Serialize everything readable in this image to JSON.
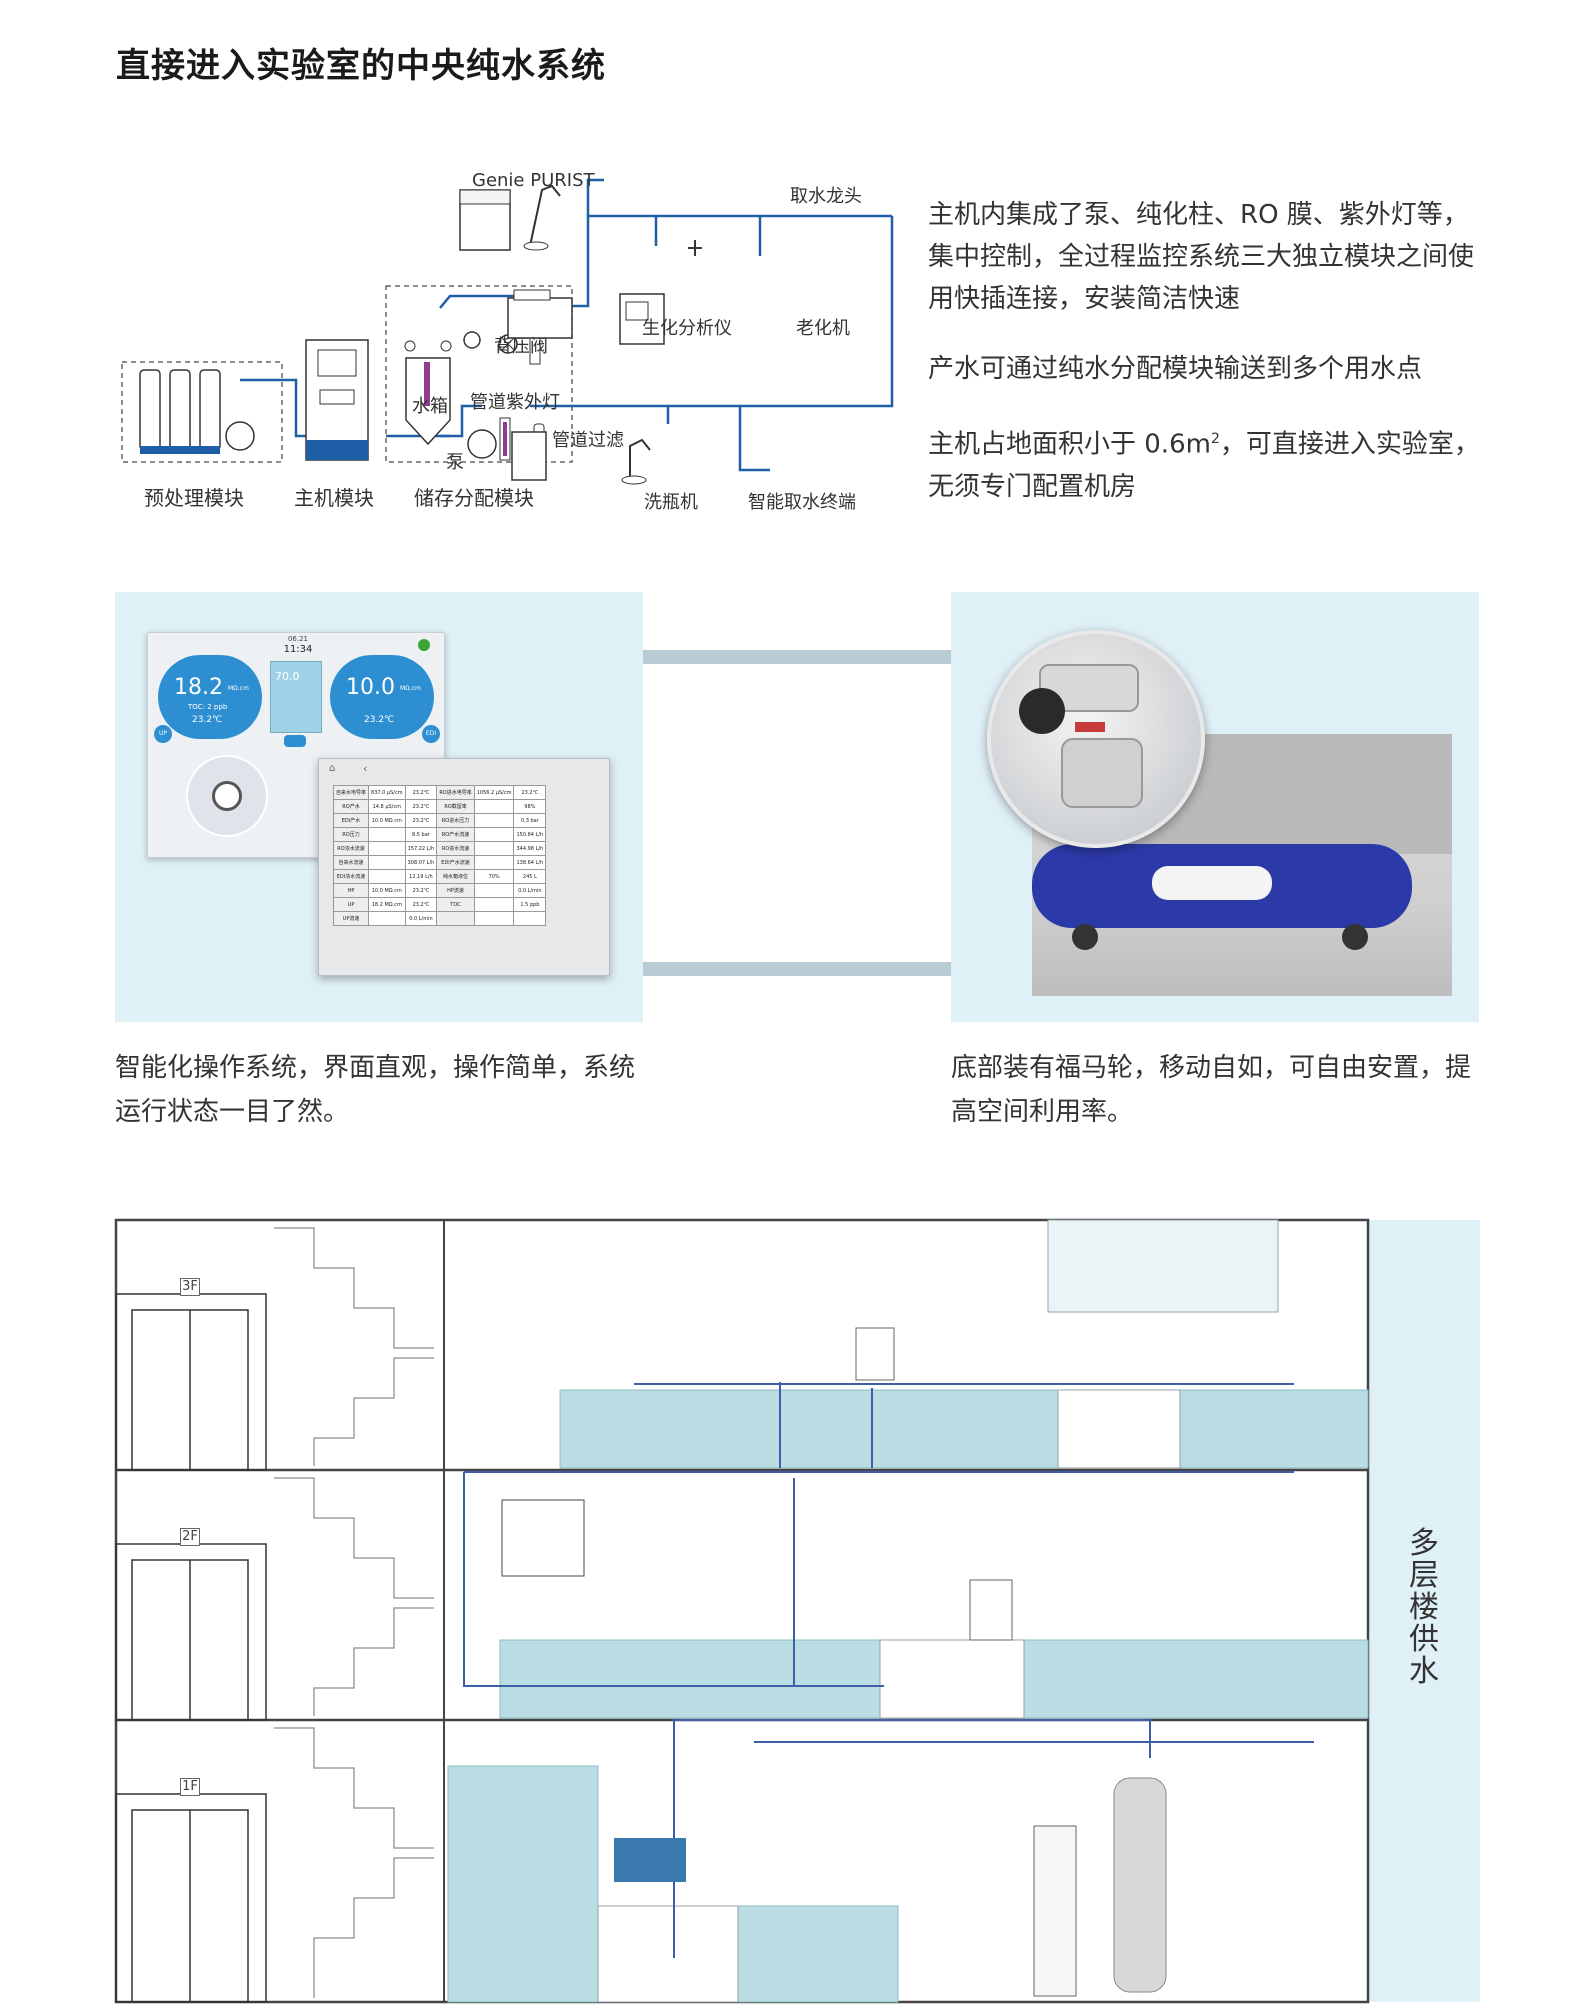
{
  "title": "直接进入实验室的中央纯水系统",
  "intro": {
    "p1": "主机内集成了泵、纯化柱、RO 膜、紫外灯等，集中控制，全过程监控系统三大独立模块之间使用快插连接，安装简洁快速",
    "p2": "产水可通过纯水分配模块输送到多个用水点",
    "p3_a": "主机占地面积小于 0.6m",
    "p3_sup": "2",
    "p3_b": "，可直接进入实验室，无须专门配置机房"
  },
  "diagram": {
    "genie": "Genie PURIST",
    "tap": "取水龙头",
    "biochem": "生化分析仪",
    "aging": "老化机",
    "backpressure": "背压阀",
    "tank": "水箱",
    "uv": "管道紫外灯",
    "filter": "管道过滤",
    "pump": "泵",
    "pretreat": "预处理模块",
    "host": "主机模块",
    "storage": "储存分配模块",
    "washer": "洗瓶机",
    "terminal": "智能取水终端"
  },
  "screen": {
    "date": "06.21",
    "time": "11:34",
    "v1": "18.2",
    "v1_unit": "MΩ.cm",
    "toc": "TOC: 2 ppb",
    "t1": "23.2℃",
    "mid": "70.0",
    "v2": "10.0",
    "v2_unit": "MΩ.cm",
    "t2": "23.2℃",
    "up": "UP",
    "edi": "EDI",
    "rows": [
      [
        "自来水电导率",
        "837.0 μS/cm",
        "23.2℃",
        "RO进水电导率",
        "1056.2 μS/cm",
        "23.2℃"
      ],
      [
        "RO产水",
        "14.8 μS/cm",
        "23.2℃",
        "RO截留率",
        "",
        "98%"
      ],
      [
        "EDI产水",
        "10.0 MΩ.cm",
        "23.2℃",
        "RO进水压力",
        "",
        "0.3 bar"
      ],
      [
        "RO压力",
        "",
        "8.5 bar",
        "RO产水流速",
        "",
        "150.84 L/h"
      ],
      [
        "RO浓水流速",
        "",
        "157.22 L/h",
        "RO进水流速",
        "",
        "344.98 L/h"
      ],
      [
        "自来水流速",
        "",
        "308.07 L/h",
        "EDI产水流速",
        "",
        "138.64 L/h"
      ],
      [
        "EDI浓水流速",
        "",
        "12.19 L/h",
        "纯水箱液位",
        "70%",
        "245 L"
      ],
      [
        "HP",
        "10.0 MΩ.cm",
        "23.2℃",
        "HP流速",
        "",
        "0.0 L/min"
      ],
      [
        "UP",
        "18.2 MΩ.cm",
        "23.2℃",
        "TOC",
        "",
        "1.5 ppb"
      ],
      [
        "UP流速",
        "",
        "0.0 L/min",
        "",
        "",
        ""
      ]
    ]
  },
  "captions": {
    "left": "智能化操作系统，界面直观，操作简单，系统运行状态一目了然。",
    "right": "底部装有福马轮，移动自如，可自由安置，提高空间利用率。"
  },
  "building": {
    "floors": [
      "3F",
      "2F",
      "1F"
    ],
    "side_label": [
      "多",
      "层",
      "楼",
      "供",
      "水"
    ]
  },
  "colors": {
    "pipe": "#1f5fa8",
    "panel": "#dff0f7",
    "bench": "#b9dde3",
    "outline": "#9aa0a6"
  }
}
